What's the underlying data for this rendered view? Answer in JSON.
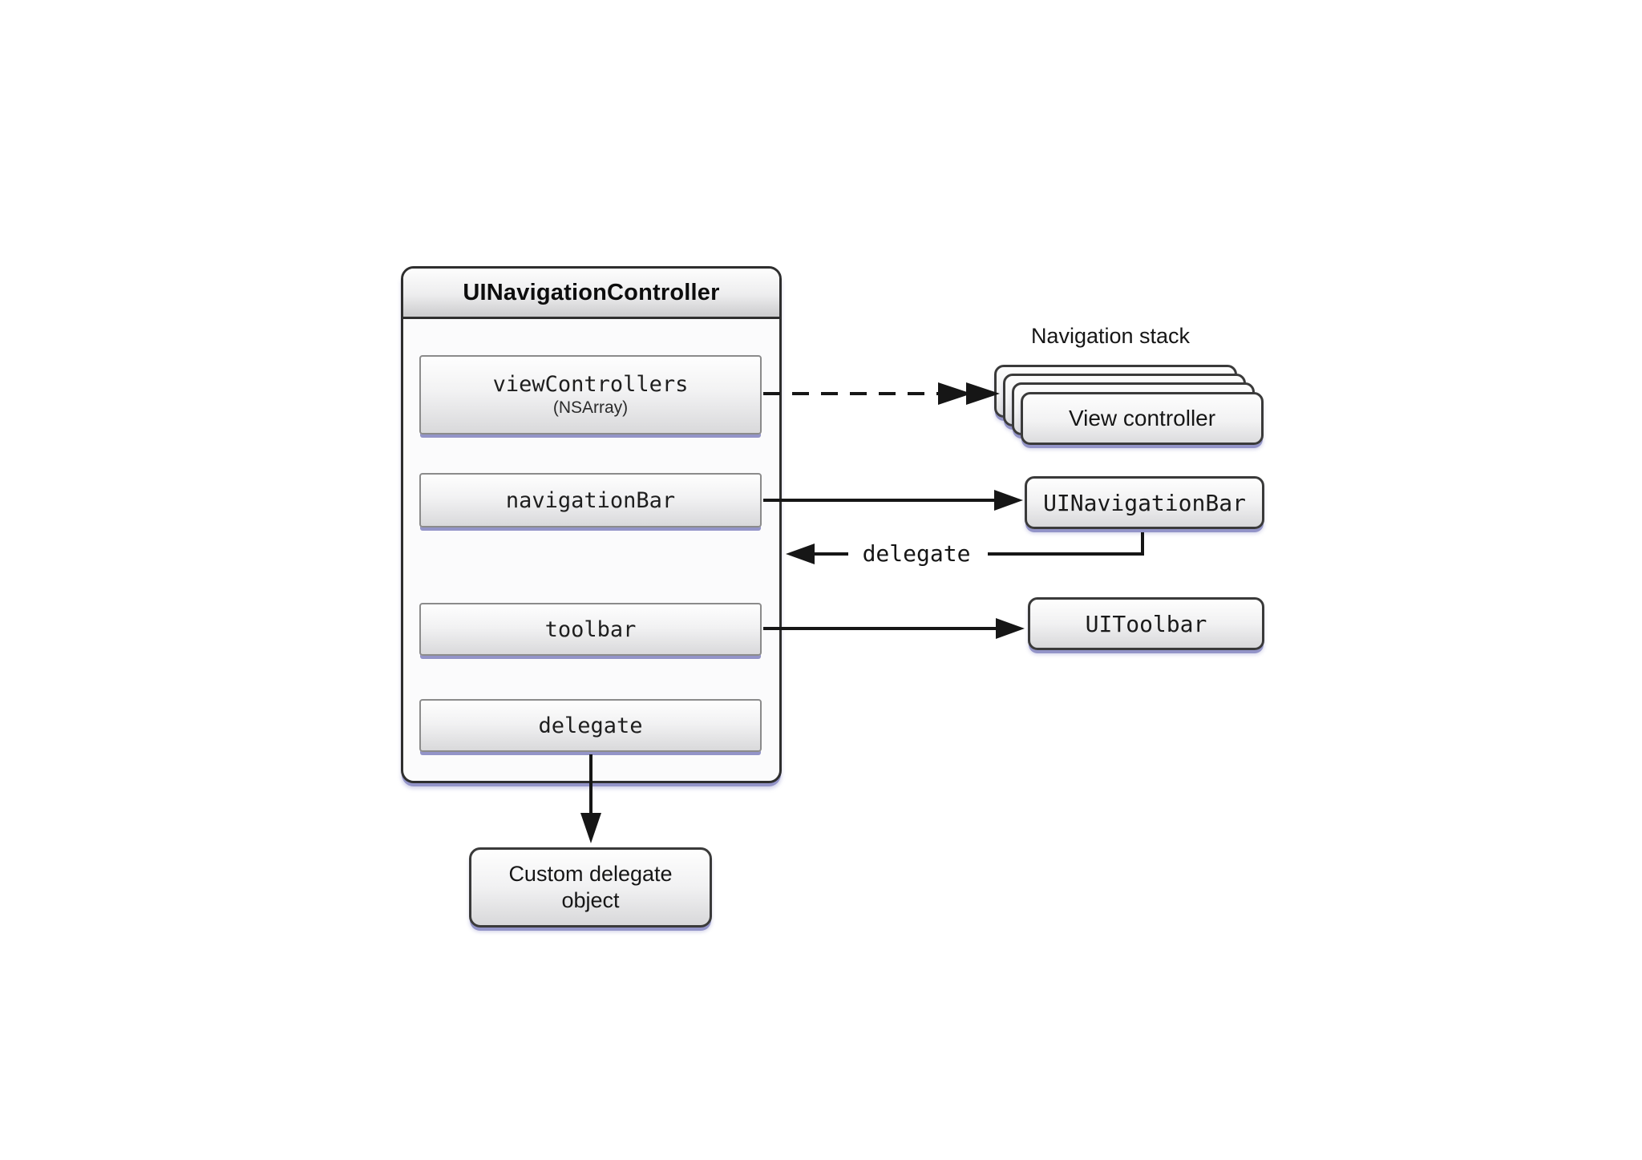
{
  "controller": {
    "title": "UINavigationController",
    "properties": [
      {
        "label": "viewControllers",
        "sublabel": "(NSArray)"
      },
      {
        "label": "navigationBar"
      },
      {
        "label": "toolbar"
      },
      {
        "label": "delegate"
      }
    ]
  },
  "navigation_stack": {
    "title": "Navigation stack",
    "front_card_label": "View controller",
    "card_count": 4
  },
  "related_objects": {
    "navigation_bar": "UINavigationBar",
    "toolbar": "UIToolbar",
    "custom_delegate": "Custom delegate object"
  },
  "edge_labels": {
    "delegate": "delegate"
  },
  "colors": {
    "accent_shadow": "#9394c8",
    "border_dark": "#2e2e2e",
    "border_medium": "#8b8b8b",
    "line": "#161616",
    "box_gradient_top": "#fefefe",
    "box_gradient_bottom": "#d9d9db",
    "background": "#ffffff"
  }
}
